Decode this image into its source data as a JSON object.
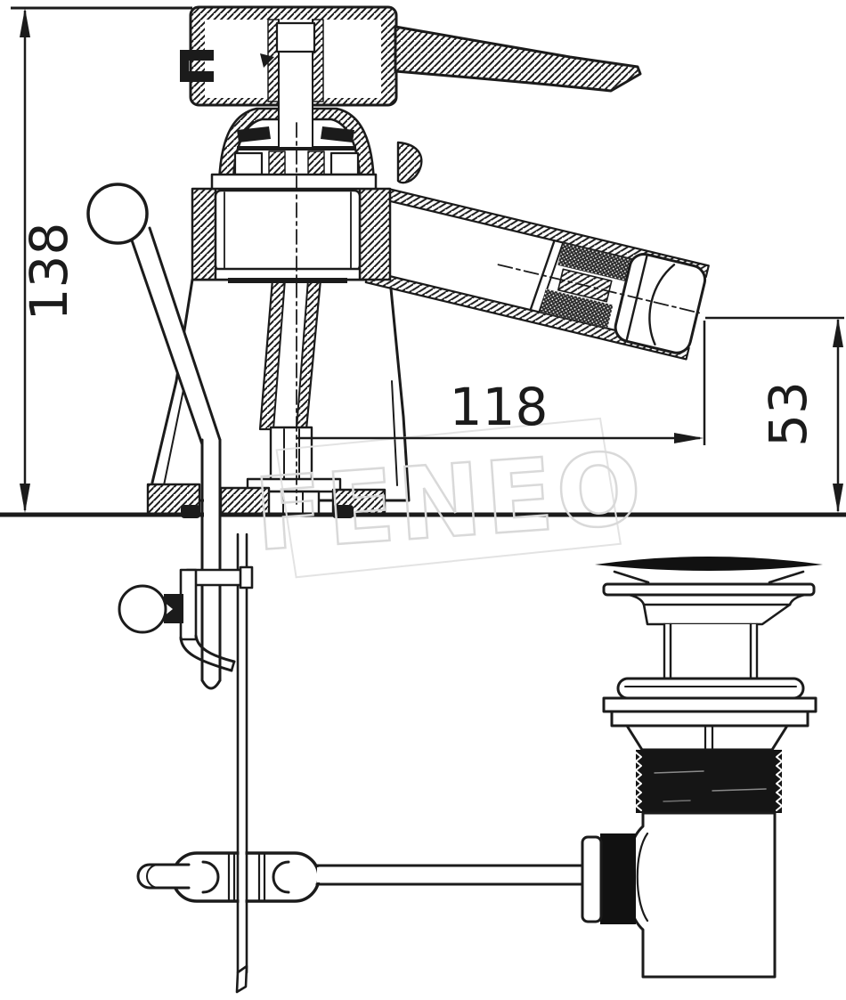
{
  "drawing": {
    "type": "technical-cross-section",
    "subject": "bidet mixer faucet with pop-up drain assembly",
    "dimensions": {
      "overall_height": "138",
      "spout_reach": "118",
      "spout_outlet_height": "53"
    },
    "watermark": "FENEO",
    "colors": {
      "line": "#1b1b1b",
      "background": "#ffffff",
      "watermark_outline": "#d9d9d9"
    }
  }
}
